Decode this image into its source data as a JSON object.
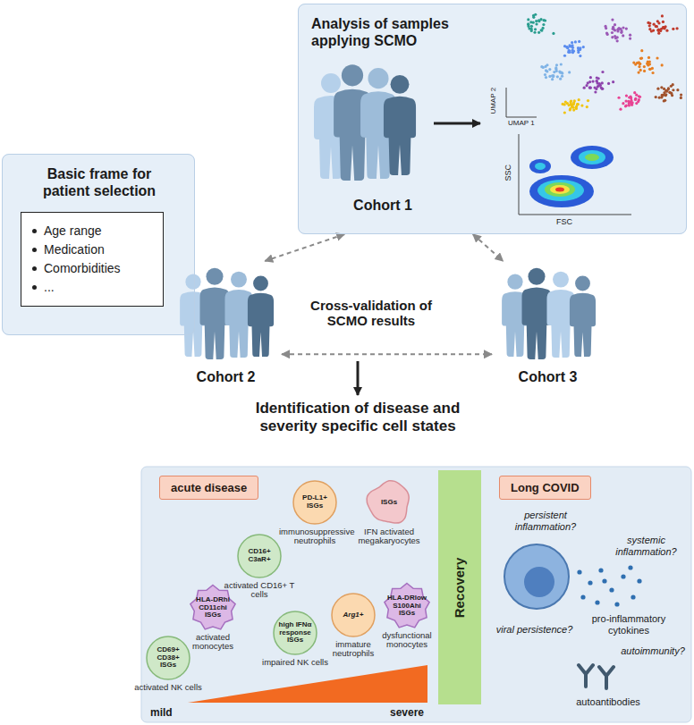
{
  "diagram": {
    "nodes": [
      {
        "text": [
          "Analysis of samples applying SCMO"
        ]
      },
      {
        "text": [
          "Cohort 1"
        ],
        "in": 0
      },
      {
        "text": [
          "Basic frame for patient selection"
        ]
      },
      {
        "text": [
          "Age range",
          "Medication",
          "Comorbidities",
          "..."
        ],
        "in": 2
      },
      {
        "text": [
          "Cohort 2"
        ]
      },
      {
        "text": [
          "Cohort 3"
        ]
      },
      {
        "text": [
          "acute disease"
        ]
      },
      {
        "text": [
          "CD69+ CD38+",
          "ISGs",
          "activated NK cells"
        ]
      },
      {
        "text": [
          "HLA-DRhi CD11chi",
          "ISGs",
          "activated monocytes"
        ]
      },
      {
        "text": [
          "CD16+ C3aR+",
          "activated CD16+ T cells"
        ]
      },
      {
        "text": [
          "PD-L1+",
          "ISGs",
          "immunosuppressive neutrophils"
        ]
      },
      {
        "text": [
          "ISGs",
          "IFN activated megakaryocytes"
        ]
      },
      {
        "text": [
          "high IFNα response",
          "ISGs",
          "impaired NK cells"
        ]
      },
      {
        "text": [
          "Arg1+",
          "immature neutrophils"
        ]
      },
      {
        "text": [
          "HLA-DRlow S100Ahi",
          "ISGs",
          "dysfunctional monocytes"
        ]
      },
      {
        "text": [
          "Recovery"
        ]
      },
      {
        "text": [
          "Long COVID"
        ]
      }
    ],
    "edges": [
      {
        "from": 0,
        "to": 4,
        "arrow": "both"
      },
      {
        "from": 0,
        "to": 5,
        "arrow": "both"
      },
      {
        "from": 4,
        "to": 5,
        "arrow": "both"
      }
    ],
    "labels": [
      "UMAP 1",
      "UMAP 2",
      "SSC",
      "FSC",
      "Cross-validation of SCMO results",
      "Identification of disease and severity specific cell states",
      "mild",
      "severe",
      "persistent inflammation?",
      "systemic inflammation?",
      "viral persistence?",
      "autoimmunity?",
      "pro-inflammatory cytokines",
      "autoantibodies"
    ]
  }
}
